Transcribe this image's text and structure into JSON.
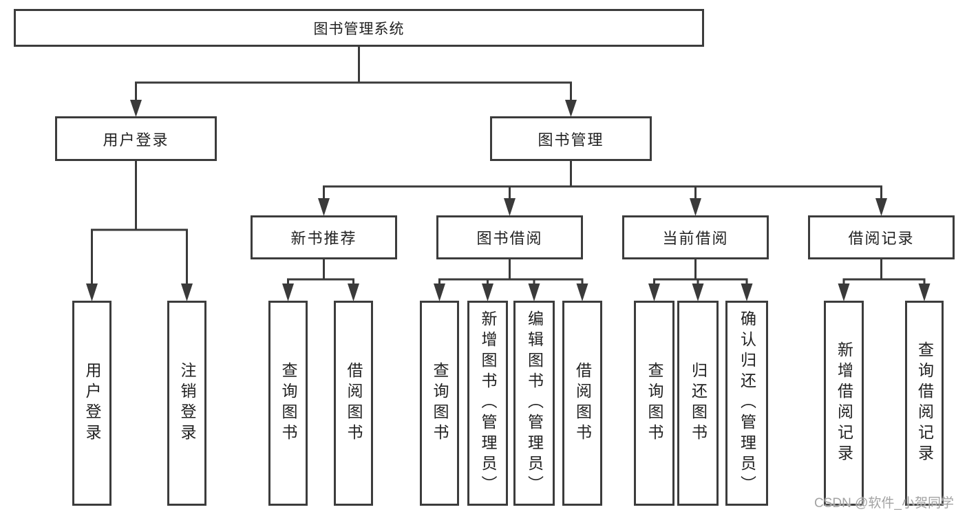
{
  "nodes": {
    "root": "图书管理系统",
    "user_login": "用户登录",
    "book_mgmt": "图书管理",
    "new_book_rec": "新书推荐",
    "book_borrow": "图书借阅",
    "current_borrow": "当前借阅",
    "borrow_record": "借阅记录",
    "leaf_user_login": "用户登录",
    "leaf_logout": "注销登录",
    "leaf_rec_query": "查询图书",
    "leaf_rec_borrow": "借阅图书",
    "leaf_bb_query": "查询图书",
    "leaf_bb_add": "新增图书（管理员）",
    "leaf_bb_edit": "编辑图书（管理员）",
    "leaf_bb_borrow": "借阅图书",
    "leaf_cb_query": "查询图书",
    "leaf_cb_return": "归还图书",
    "leaf_cb_confirm": "确认归还（管理员）",
    "leaf_br_add": "新增借阅记录",
    "leaf_br_query": "查询借阅记录"
  },
  "watermark": "CSDN @软件_小贺同学",
  "colors": {
    "line": "#3a3a3a",
    "text": "#222222",
    "watermark": "#a3a3a3",
    "background": "#ffffff"
  }
}
